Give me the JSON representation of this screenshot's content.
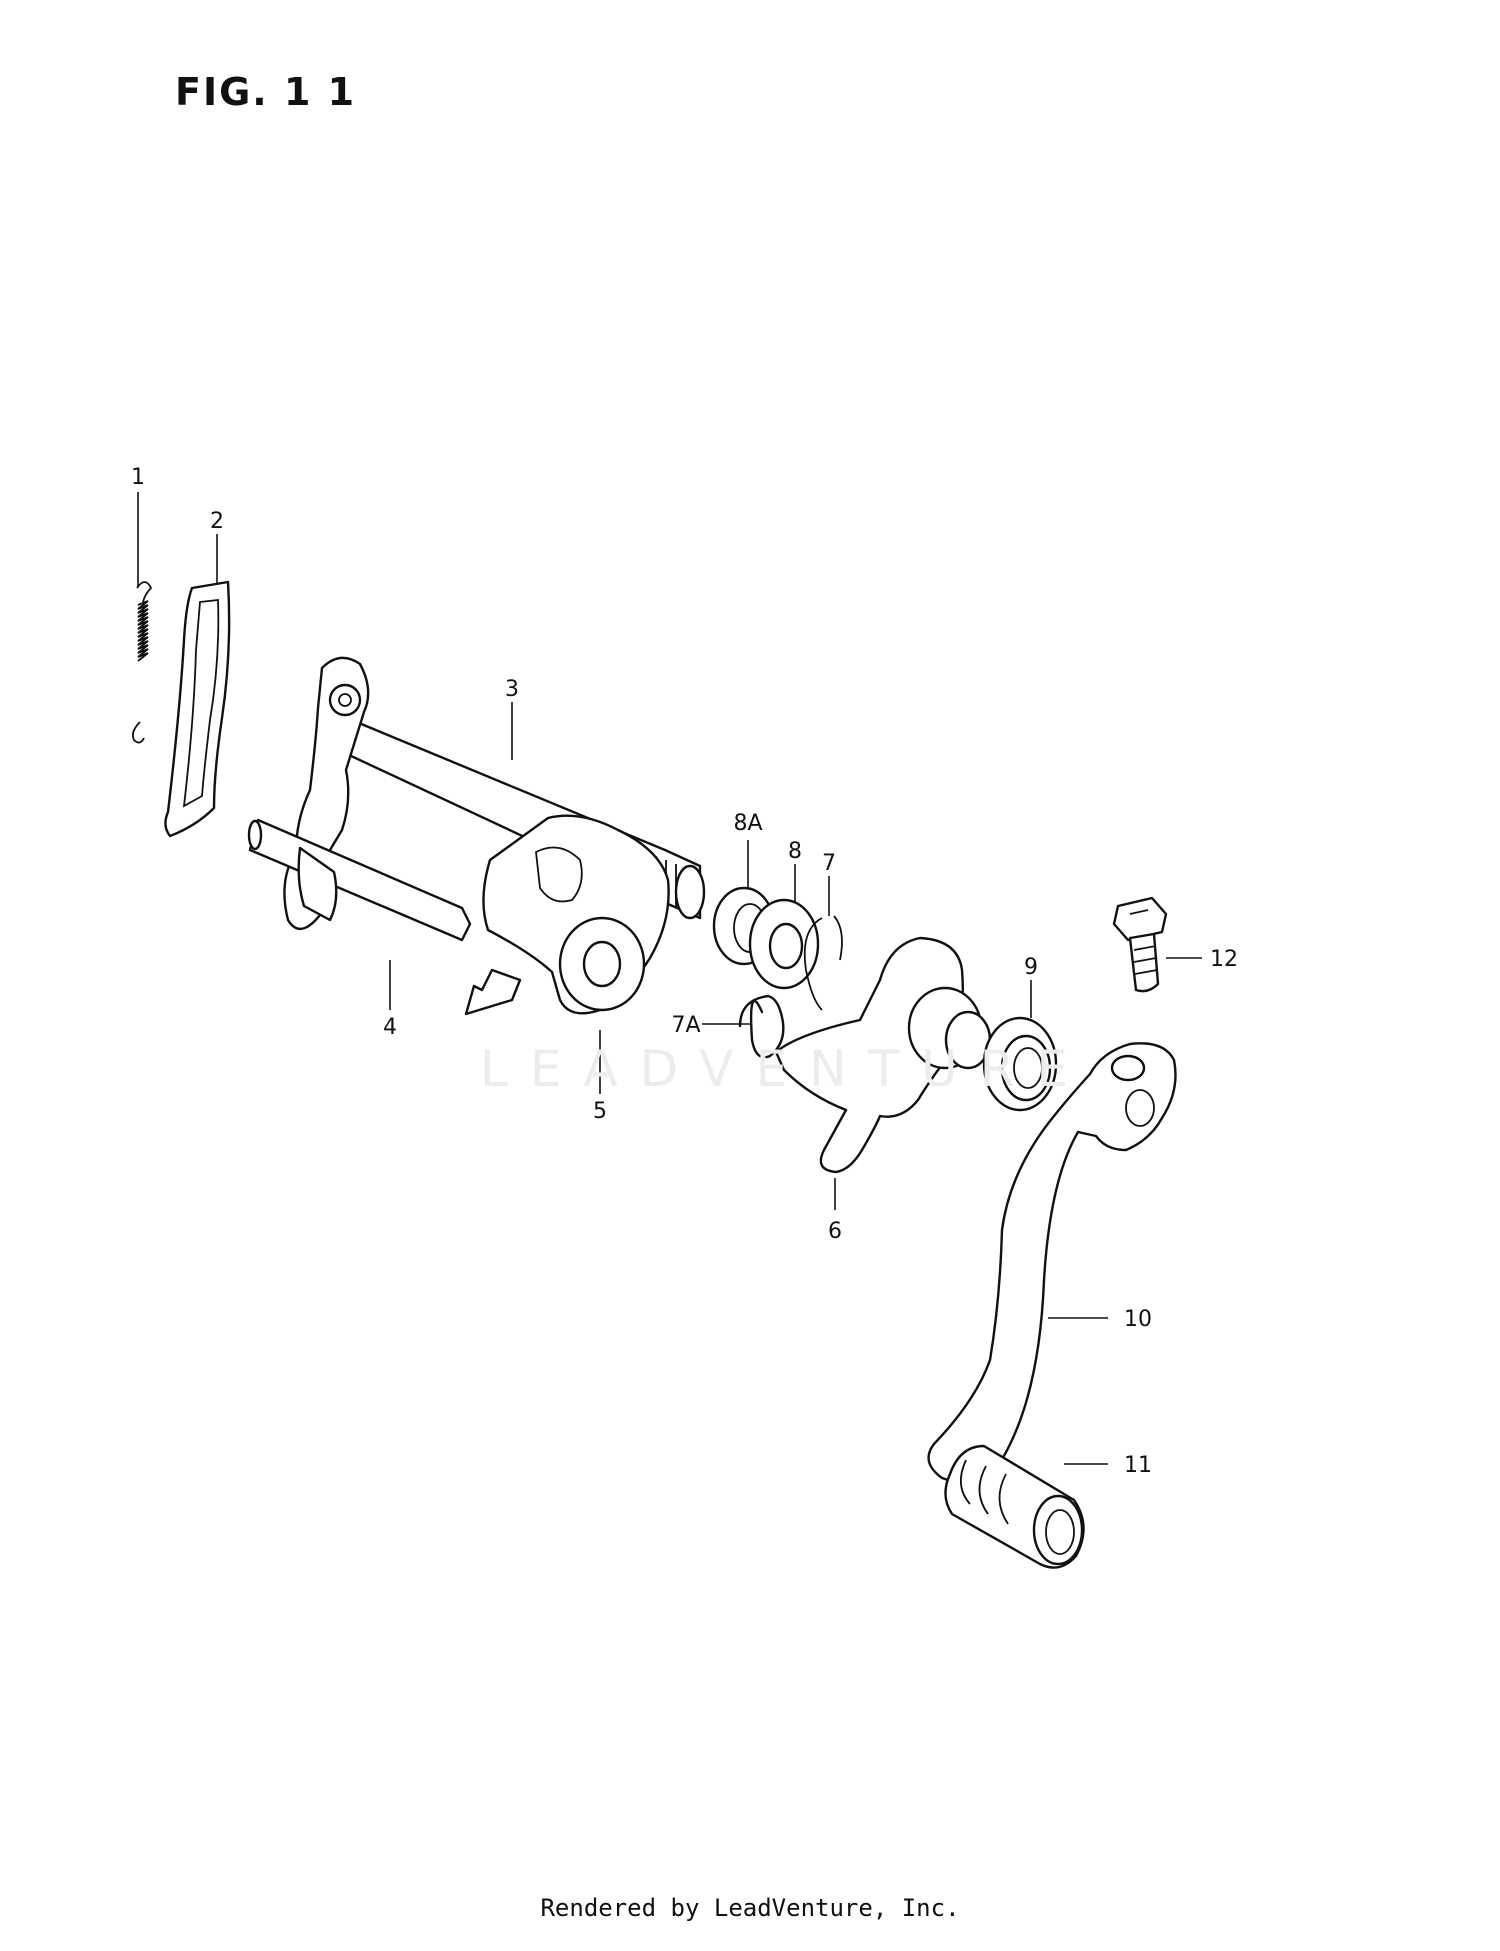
{
  "figure": {
    "title": "FIG. 1 1"
  },
  "watermark": "LEADVENTURE",
  "footer": "Rendered by LeadVenture, Inc.",
  "callouts": [
    "1",
    "2",
    "3",
    "4",
    "5",
    "6",
    "7",
    "7A",
    "8",
    "8A",
    "9",
    "10",
    "11",
    "12"
  ]
}
